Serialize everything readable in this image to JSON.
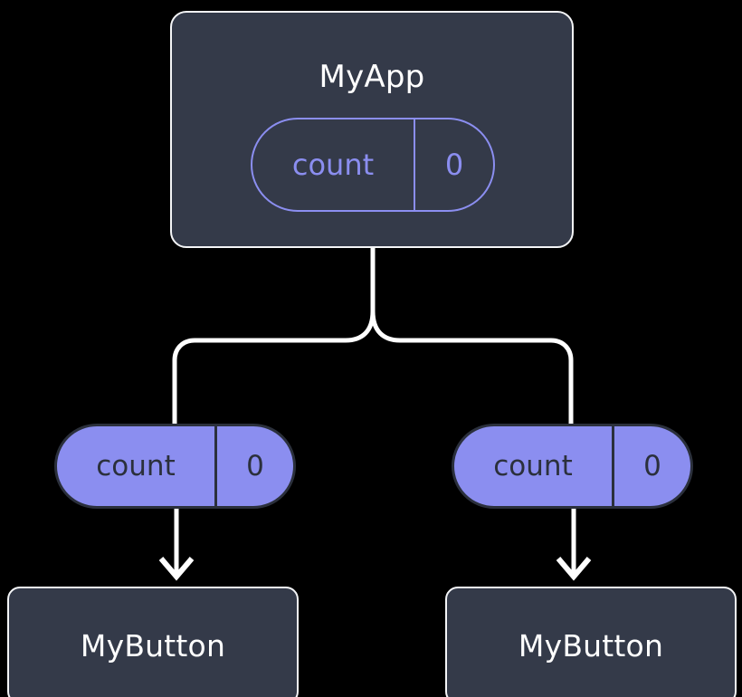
{
  "diagram": {
    "type": "component-state-tree",
    "background_color": "#000000",
    "colors": {
      "node_fill": "#343a49",
      "node_border": "#f4f5f7",
      "node_text": "#ffffff",
      "accent": "#8b8ef0",
      "pill_text_dark": "#2b303c",
      "wire": "#ffffff"
    }
  },
  "root": {
    "title": "MyApp",
    "state_pill": {
      "key": "count",
      "value": "0",
      "style": "outline"
    }
  },
  "children": [
    {
      "state_pill": {
        "key": "count",
        "value": "0",
        "style": "filled"
      },
      "component": {
        "title": "MyButton"
      }
    },
    {
      "state_pill": {
        "key": "count",
        "value": "0",
        "style": "filled"
      },
      "component": {
        "title": "MyButton"
      }
    }
  ]
}
